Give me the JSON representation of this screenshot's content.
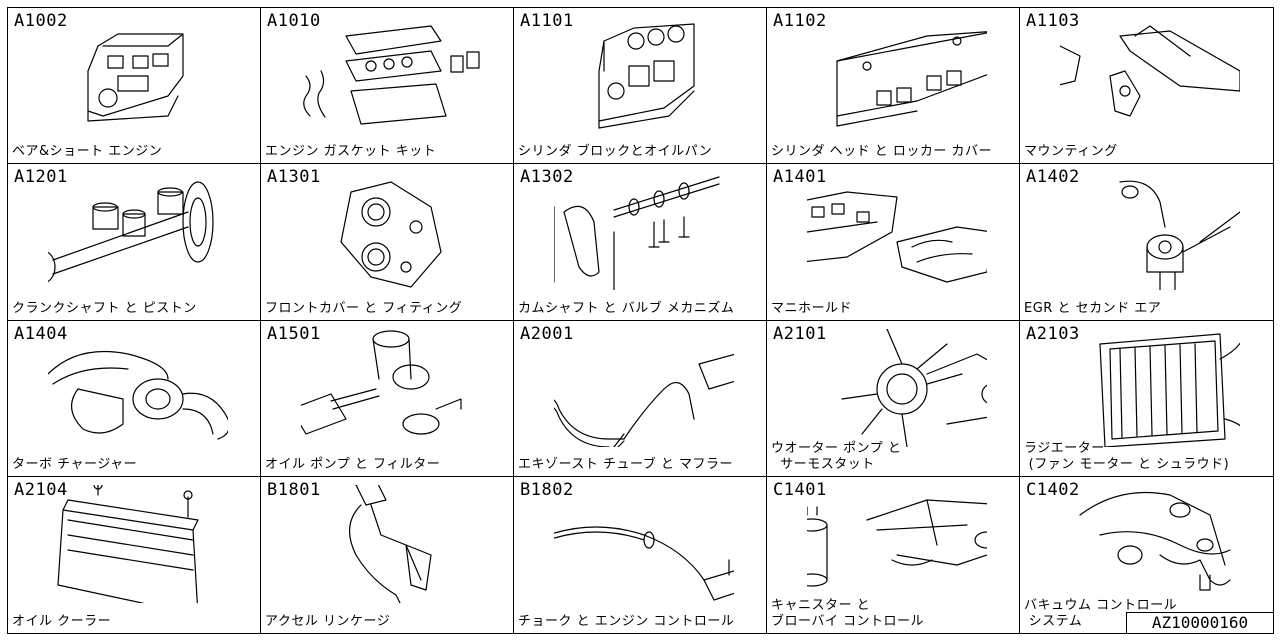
{
  "catalog": {
    "cells": [
      {
        "code": "A1002",
        "label": "ベア&ショート エンジン",
        "icon": "engine-block-icon"
      },
      {
        "code": "A1010",
        "label": "エンジン ガスケット キット",
        "icon": "gasket-kit-icon"
      },
      {
        "code": "A1101",
        "label": "シリンダ ブロックとオイルパン",
        "icon": "cylinder-block-icon"
      },
      {
        "code": "A1102",
        "label": "シリンダ ヘッド と ロッカー カバー",
        "icon": "cylinder-head-icon"
      },
      {
        "code": "A1103",
        "label": "マウンティング",
        "icon": "mounting-icon"
      },
      {
        "code": "A1201",
        "label": "クランクシャフト と ピストン",
        "icon": "crankshaft-piston-icon"
      },
      {
        "code": "A1301",
        "label": "フロントカバー と フィティング",
        "icon": "front-cover-icon"
      },
      {
        "code": "A1302",
        "label": "カムシャフト と バルブ メカニズム",
        "icon": "camshaft-valve-icon"
      },
      {
        "code": "A1401",
        "label": "マニホールド",
        "icon": "manifold-icon"
      },
      {
        "code": "A1402",
        "label": "EGR と セカンド エア",
        "icon": "egr-valve-icon"
      },
      {
        "code": "A1404",
        "label": "ターボ チャージャー",
        "icon": "turbocharger-icon"
      },
      {
        "code": "A1501",
        "label": "オイル ポンプ と フィルター",
        "icon": "oil-pump-filter-icon"
      },
      {
        "code": "A2001",
        "label": "エキゾースト チューブ と マフラー",
        "icon": "exhaust-muffler-icon"
      },
      {
        "code": "A2101",
        "label": "ウオーター ポンプ と\n  サーモスタット",
        "icon": "water-pump-icon"
      },
      {
        "code": "A2103",
        "label": "ラジエーター\n (ファン モーター と シュラウド)",
        "icon": "radiator-icon"
      },
      {
        "code": "A2104",
        "label": "オイル クーラー",
        "icon": "oil-cooler-icon"
      },
      {
        "code": "B1801",
        "label": "アクセル リンケージ",
        "icon": "accelerator-pedal-icon"
      },
      {
        "code": "B1802",
        "label": "チョーク と エンジン コントロール",
        "icon": "choke-cable-icon"
      },
      {
        "code": "C1401",
        "label": "キャニスター と\nブローバイ コントロール",
        "icon": "canister-icon"
      },
      {
        "code": "C1402",
        "label": "バキュウム コントロール\n システム",
        "icon": "vacuum-control-icon"
      }
    ],
    "footer_code": "AZ10000160"
  }
}
